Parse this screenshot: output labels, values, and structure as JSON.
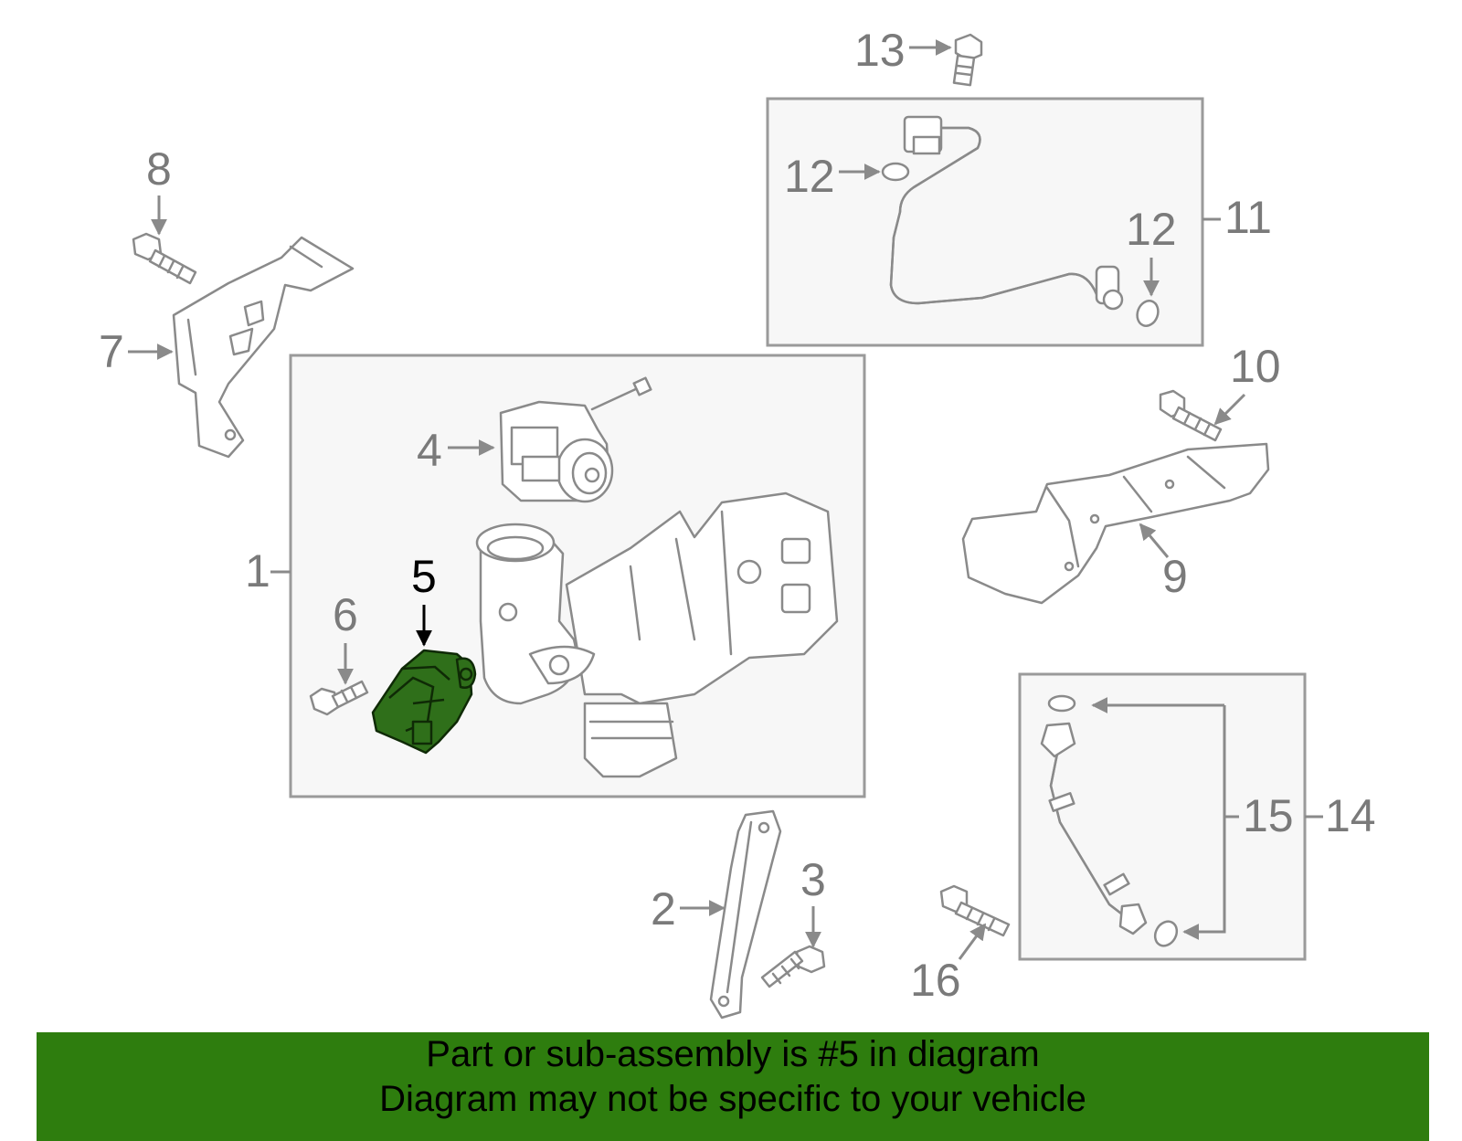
{
  "callouts": {
    "c1": "1",
    "c2": "2",
    "c3": "3",
    "c4": "4",
    "c5": "5",
    "c6": "6",
    "c7": "7",
    "c8": "8",
    "c9": "9",
    "c10": "10",
    "c11": "11",
    "c12a": "12",
    "c12b": "12",
    "c13": "13",
    "c14": "14",
    "c15": "15",
    "c16": "16"
  },
  "highlighted_part": "5",
  "banner": {
    "line1": "Part or sub-assembly is #5 in diagram",
    "line2": "Diagram may not be specific to your vehicle"
  },
  "colors": {
    "highlight": "#2f6f1a",
    "banner": "#2e7d0e",
    "line": "#8a8a8a"
  }
}
